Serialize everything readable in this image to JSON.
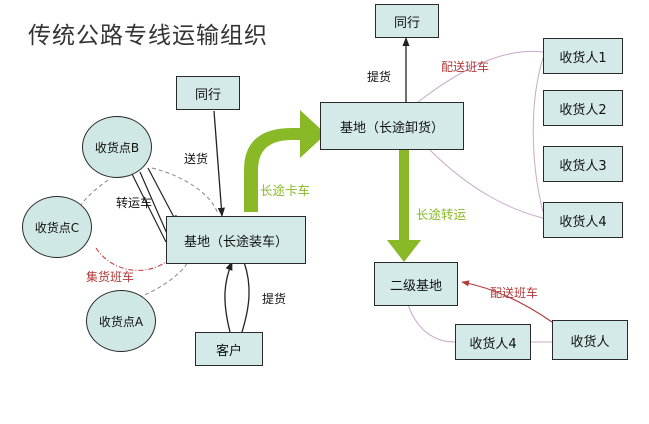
{
  "title": "传统公路专线运输组织",
  "nodes": {
    "tonghang_left": "同行",
    "tonghang_top": "同行",
    "base_loading": "基地（长途装车）",
    "base_unloading": "基地（长途卸货）",
    "secondary_base": "二级基地",
    "customer": "客户",
    "point_b": "收货点B",
    "point_c": "收货点C",
    "point_a": "收货点A",
    "receiver_1": "收货人1",
    "receiver_2": "收货人2",
    "receiver_3": "收货人3",
    "receiver_4": "收货人4",
    "receiver_4_bottom": "收货人4",
    "receiver_bottom_right": "收货人"
  },
  "labels": {
    "send_goods": "送货",
    "transfer_truck": "转运车",
    "collect_shuttle": "集货班车",
    "pickup_left": "提货",
    "pickup_top": "提货",
    "long_haul_truck": "长途卡车",
    "long_haul_transfer": "长途转运",
    "delivery_shuttle_top": "配送班车",
    "delivery_shuttle_bottom": "配送班车"
  },
  "colors": {
    "box_fill": "#d3eae9",
    "green_arrow": "#8ab928",
    "red_label": "#b03a3a"
  }
}
